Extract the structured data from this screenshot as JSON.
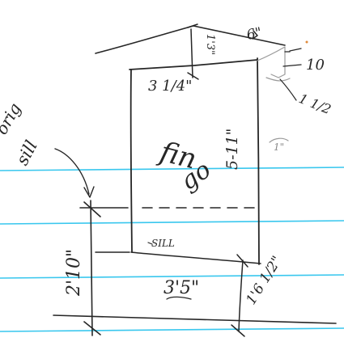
{
  "labels": {
    "rise_top": "6\"",
    "right_ten": "10",
    "height_one_three": "1'3\"",
    "depth_small": "3 1/4\"",
    "right_one_half": "1 1/2",
    "right_faint": "1\"",
    "center_text": "fin",
    "center_text_two": "go",
    "height_right": "5-11\"",
    "left_note_one": "orig",
    "left_note_two": "sill",
    "sill": "SILL",
    "height_left": "2'10\"",
    "width_bottom": "3'5\"",
    "dim_right": "1'6 1/2\""
  },
  "colors": {
    "ink": "#262626",
    "rule": "#39c7ee",
    "margin_red": "#c0262a"
  }
}
